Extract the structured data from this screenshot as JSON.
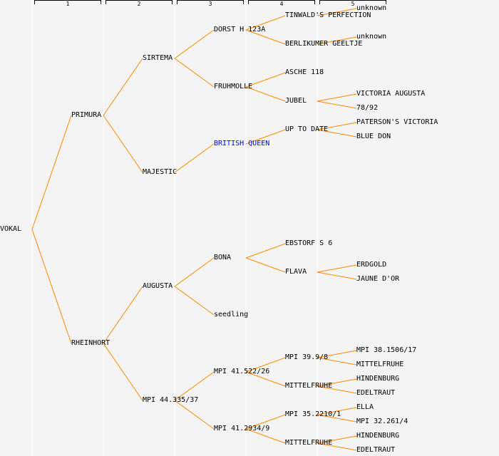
{
  "generations": [
    "1",
    "2",
    "3",
    "4",
    "5"
  ],
  "colors": {
    "line": "#ff8800",
    "highlight": "#0000ff",
    "text": "#000000"
  },
  "nodes": [
    {
      "id": "vokal",
      "label": "VOKAL",
      "gen": 0,
      "row": 322
    },
    {
      "id": "primura",
      "label": "PRIMURA",
      "gen": 1,
      "row": 162,
      "parent": "vokal"
    },
    {
      "id": "rheinhort",
      "label": "RHEINHORT",
      "gen": 1,
      "row": 482,
      "parent": "vokal"
    },
    {
      "id": "sirtema",
      "label": "SIRTEMA",
      "gen": 2,
      "row": 82,
      "parent": "primura"
    },
    {
      "id": "majestic",
      "label": "MAJESTIC",
      "gen": 2,
      "row": 242,
      "parent": "primura"
    },
    {
      "id": "augusta",
      "label": "AUGUSTA",
      "gen": 2,
      "row": 402,
      "parent": "rheinhort"
    },
    {
      "id": "mpi44",
      "label": "MPI 44.335/37",
      "gen": 2,
      "row": 562,
      "parent": "rheinhort"
    },
    {
      "id": "dorst",
      "label": "DORST H 123A",
      "gen": 3,
      "row": 42,
      "parent": "sirtema"
    },
    {
      "id": "fruhmolle",
      "label": "FRUHMOLLE",
      "gen": 3,
      "row": 122,
      "parent": "sirtema"
    },
    {
      "id": "british",
      "label": "BRITISH QUEEN",
      "gen": 3,
      "row": 202,
      "parent": "majestic",
      "highlight": true
    },
    {
      "id": "bona",
      "label": "BONA",
      "gen": 3,
      "row": 362,
      "parent": "augusta"
    },
    {
      "id": "seedling",
      "label": "seedling",
      "gen": 3,
      "row": 442,
      "parent": "augusta"
    },
    {
      "id": "mpi41a",
      "label": "MPI 41.522/26",
      "gen": 3,
      "row": 522,
      "parent": "mpi44"
    },
    {
      "id": "mpi41b",
      "label": "MPI 41.2934/9",
      "gen": 3,
      "row": 602,
      "parent": "mpi44"
    },
    {
      "id": "tinwald",
      "label": "TINWALD'S PERFECTION",
      "gen": 4,
      "row": 22,
      "parent": "dorst"
    },
    {
      "id": "berlikumer",
      "label": "BERLIKUMER GEELTJE",
      "gen": 4,
      "row": 62,
      "parent": "dorst"
    },
    {
      "id": "asche",
      "label": "ASCHE 118",
      "gen": 4,
      "row": 102,
      "parent": "fruhmolle"
    },
    {
      "id": "jubel",
      "label": "JUBEL",
      "gen": 4,
      "row": 142,
      "parent": "fruhmolle"
    },
    {
      "id": "uptodate",
      "label": "UP TO DATE",
      "gen": 4,
      "row": 182,
      "parent": "british"
    },
    {
      "id": "ebstorf",
      "label": "EBSTORF S 6",
      "gen": 4,
      "row": 342,
      "parent": "bona"
    },
    {
      "id": "flava",
      "label": "FLAVA",
      "gen": 4,
      "row": 382,
      "parent": "bona"
    },
    {
      "id": "mpi39",
      "label": "MPI 39.9/8",
      "gen": 4,
      "row": 502,
      "parent": "mpi41a"
    },
    {
      "id": "mittel1",
      "label": "MITTELFRUHE",
      "gen": 4,
      "row": 542,
      "parent": "mpi41a"
    },
    {
      "id": "mpi35",
      "label": "MPI 35.2210/1",
      "gen": 4,
      "row": 582,
      "parent": "mpi41b"
    },
    {
      "id": "mittel2",
      "label": "MITTELFRUHE",
      "gen": 4,
      "row": 622,
      "parent": "mpi41b"
    },
    {
      "id": "unk1",
      "label": "unknown",
      "gen": 5,
      "row": 12,
      "parent": "tinwald"
    },
    {
      "id": "unk2",
      "label": "unknown",
      "gen": 5,
      "row": 52,
      "parent": "berlikumer"
    },
    {
      "id": "victoria",
      "label": "VICTORIA AUGUSTA",
      "gen": 5,
      "row": 132,
      "parent": "jubel"
    },
    {
      "id": "n7892",
      "label": "78/92",
      "gen": 5,
      "row": 152,
      "parent": "jubel"
    },
    {
      "id": "paterson",
      "label": "PATERSON'S VICTORIA",
      "gen": 5,
      "row": 172,
      "parent": "uptodate"
    },
    {
      "id": "bluedon",
      "label": "BLUE DON",
      "gen": 5,
      "row": 192,
      "parent": "uptodate"
    },
    {
      "id": "erdgold",
      "label": "ERDGOLD",
      "gen": 5,
      "row": 372,
      "parent": "flava"
    },
    {
      "id": "jaune",
      "label": "JAUNE D'OR",
      "gen": 5,
      "row": 392,
      "parent": "flava"
    },
    {
      "id": "mpi38",
      "label": "MPI 38.1506/17",
      "gen": 5,
      "row": 492,
      "parent": "mpi39"
    },
    {
      "id": "mittel3",
      "label": "MITTELFRUHE",
      "gen": 5,
      "row": 512,
      "parent": "mpi39"
    },
    {
      "id": "hind1",
      "label": "HINDENBURG",
      "gen": 5,
      "row": 532,
      "parent": "mittel1"
    },
    {
      "id": "edel1",
      "label": "EDELTRAUT",
      "gen": 5,
      "row": 552,
      "parent": "mittel1"
    },
    {
      "id": "ella",
      "label": "ELLA",
      "gen": 5,
      "row": 572,
      "parent": "mpi35"
    },
    {
      "id": "mpi32",
      "label": "MPI 32.261/4",
      "gen": 5,
      "row": 592,
      "parent": "mpi35"
    },
    {
      "id": "hind2",
      "label": "HINDENBURG",
      "gen": 5,
      "row": 612,
      "parent": "mittel2"
    },
    {
      "id": "edel2",
      "label": "EDELTRAUT",
      "gen": 5,
      "row": 632,
      "parent": "mittel2"
    }
  ]
}
